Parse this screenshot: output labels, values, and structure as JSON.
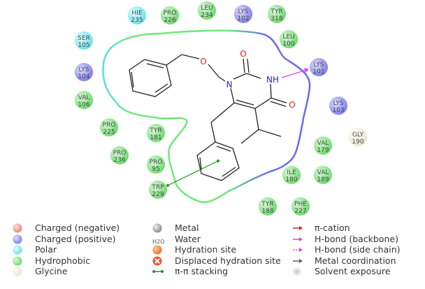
{
  "residues": [
    {
      "name": "HIE",
      "num": "235",
      "type": "polar"
    },
    {
      "name": "PRO",
      "num": "226",
      "type": "hydrophobic"
    },
    {
      "name": "LEU",
      "num": "234",
      "type": "hydrophobic"
    },
    {
      "name": "LYS",
      "num": "102",
      "type": "positive"
    },
    {
      "name": "TYR",
      "num": "318",
      "type": "hydrophobic"
    },
    {
      "name": "SER",
      "num": "105",
      "type": "polar"
    },
    {
      "name": "LEU",
      "num": "100",
      "type": "hydrophobic"
    },
    {
      "name": "LYS",
      "num": "104",
      "type": "positive"
    },
    {
      "name": "LYS",
      "num": "101",
      "type": "positive"
    },
    {
      "name": "VAL",
      "num": "106",
      "type": "hydrophobic"
    },
    {
      "name": "LYS",
      "num": "103",
      "type": "positive"
    },
    {
      "name": "PRO",
      "num": "225",
      "type": "hydrophobic"
    },
    {
      "name": "TYR",
      "num": "181",
      "type": "hydrophobic"
    },
    {
      "name": "GLY",
      "num": "190",
      "type": "glycine"
    },
    {
      "name": "VAL",
      "num": "179",
      "type": "hydrophobic"
    },
    {
      "name": "PRO",
      "num": "236",
      "type": "hydrophobic"
    },
    {
      "name": "PRO",
      "num": "95",
      "type": "hydrophobic"
    },
    {
      "name": "ILE",
      "num": "180",
      "type": "hydrophobic"
    },
    {
      "name": "VAL",
      "num": "189",
      "type": "hydrophobic"
    },
    {
      "name": "TRP",
      "num": "229",
      "type": "hydrophobic"
    },
    {
      "name": "TYR",
      "num": "188",
      "type": "hydrophobic"
    },
    {
      "name": "PHE",
      "num": "227",
      "type": "hydrophobic"
    }
  ],
  "atoms": {
    "o_ether": "O",
    "o_c2": "O",
    "o_c4": "O",
    "n1": "N",
    "nh": "NH"
  },
  "colors": {
    "hydrophobic": "#7ee07e",
    "positive": "#8c8cf0",
    "polar": "#7eeaf0",
    "glycine": "#f2f2e0",
    "negative": "#f08c8c",
    "hbond": "#dd44ee",
    "pipi": "#1a9a1a",
    "pocket_green": "#66e87a",
    "pocket_blue": "#6a6af0"
  },
  "legend": {
    "col1": [
      "Charged (negative)",
      "Charged (positive)",
      "Polar",
      "Hydrophobic",
      "Glycine"
    ],
    "col2": [
      "Metal",
      "Water",
      "Hydration site",
      "Displaced hydration site",
      "π-π stacking"
    ],
    "col3": [
      "π-cation",
      "H-bond (backbone)",
      "H-bond (side chain)",
      "Metal coordination",
      "Solvent exposure"
    ],
    "water_icon": "H2O"
  }
}
